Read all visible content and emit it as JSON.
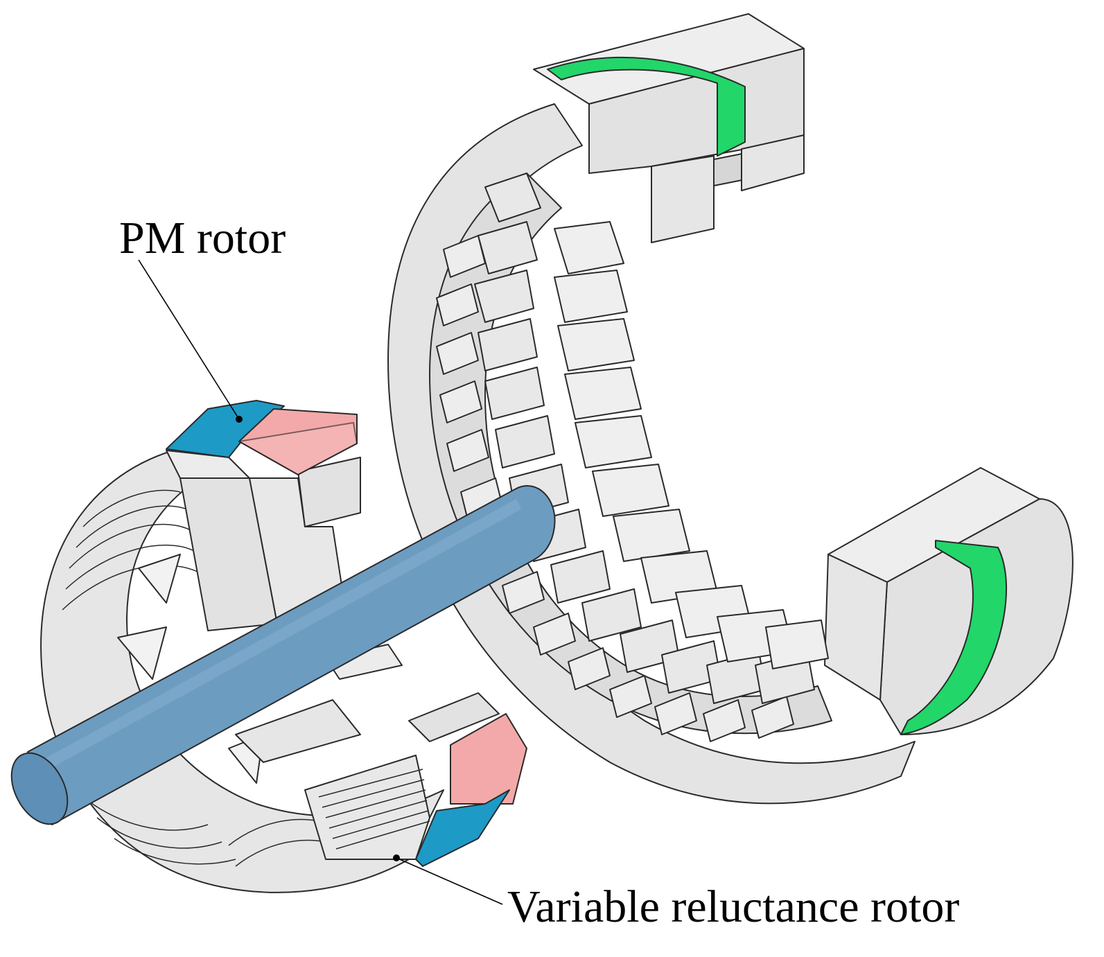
{
  "labels": {
    "pm_rotor": "PM rotor",
    "vr_rotor": "Variable reluctance rotor"
  },
  "colors": {
    "background": "#ffffff",
    "steel": "#e4e4e4",
    "steel_shade": "#d2d2d2",
    "outline": "#2a2a2a",
    "shaft": "#6d9cc1",
    "shaft_dark": "#4d7aa0",
    "permanent_magnet": "#f3a9a9",
    "pm_blue_segment": "#1e9ac7",
    "green_band": "#22d66a"
  },
  "icons": {
    "leader_dot": "dot"
  }
}
